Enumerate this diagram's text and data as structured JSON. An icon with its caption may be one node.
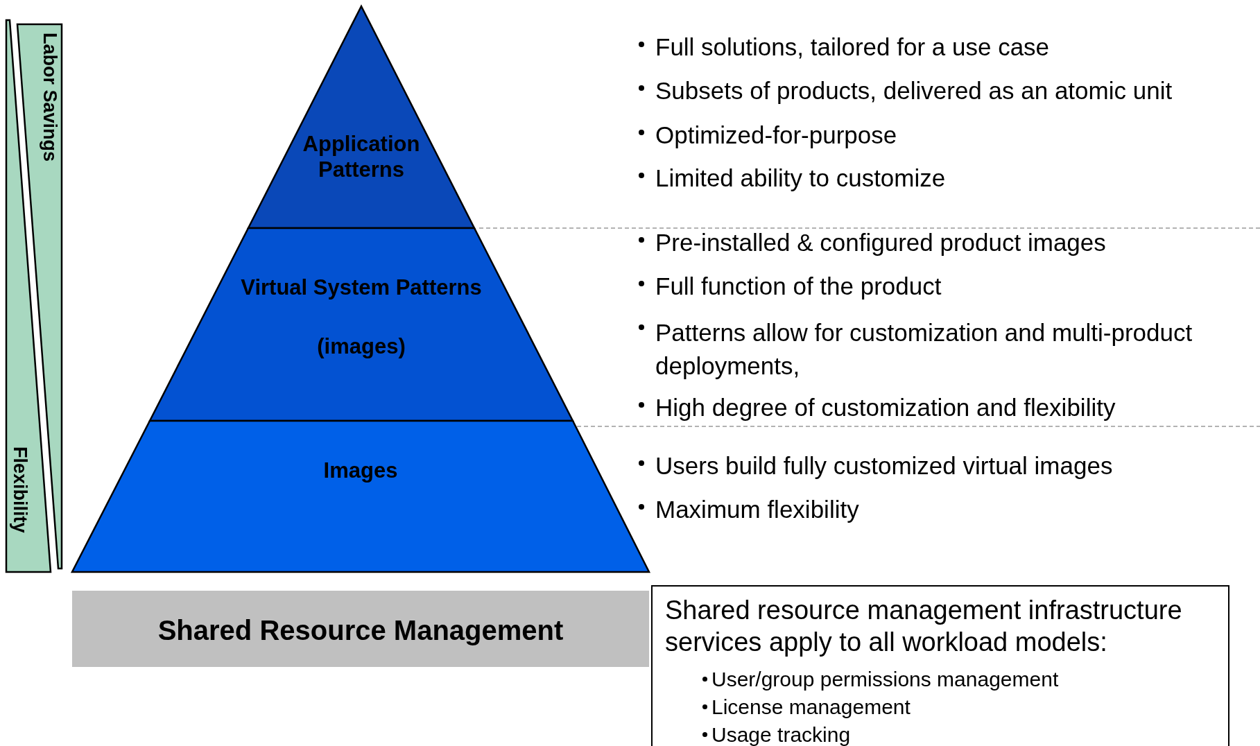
{
  "diagram": {
    "nodes": [
      {
        "text": [
          "Labor Savings"
        ]
      },
      {
        "text": [
          "Flexibility"
        ]
      },
      {
        "text": [
          "Application Patterns"
        ],
        "beside": [
          "Full solutions, tailored for a use case",
          "Subsets of products, delivered as an atomic unit",
          "Optimized-for-purpose",
          "Limited ability to customize"
        ]
      },
      {
        "text": [
          "Virtual System Patterns",
          "(images)"
        ],
        "beside": [
          "Pre-installed & configured product images",
          "Full function of the product",
          "Patterns allow for customization and multi-product deployments,",
          "High degree of customization and flexibility"
        ]
      },
      {
        "text": [
          "Images"
        ],
        "beside": [
          "Users build fully customized virtual images",
          "Maximum flexibility"
        ]
      },
      {
        "text": [
          "Shared Resource Management"
        ]
      },
      {
        "text": [
          "Shared resource management infrastructure services apply to all workload models:",
          "User/group permissions management",
          "License management",
          "Usage tracking"
        ]
      }
    ],
    "edges": []
  }
}
